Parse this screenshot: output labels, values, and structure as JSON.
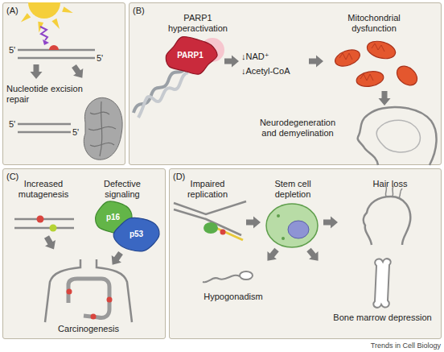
{
  "diagram": {
    "nodes": [
      {
        "text": [
          "(A)"
        ]
      },
      {
        "text": [
          "(B)"
        ]
      },
      {
        "text": [
          "PARP1"
        ],
        "in": 1
      },
      {
        "text": [
          "(C)"
        ]
      },
      {
        "text": [
          "p16"
        ],
        "in": 3
      },
      {
        "text": [
          "p53"
        ],
        "in": 3
      },
      {
        "text": [
          "(D)"
        ]
      }
    ],
    "labels": [
      "Nucleotide excision repair",
      "5'",
      "5'",
      "5'",
      "5'",
      "PARP1 hyperactivation",
      "↓NAD⁺",
      "↓Acetyl-CoA",
      "Mitochondrial dysfunction",
      "Neurodegeneration and demyelination",
      "Increased mutagenesis",
      "Defective signaling",
      "Carcinogenesis",
      "Impaired replication",
      "Stem cell depletion",
      "Hair loss",
      "Hypogonadism",
      "Bone marrow depression",
      "Trends in Cell Biology"
    ]
  }
}
